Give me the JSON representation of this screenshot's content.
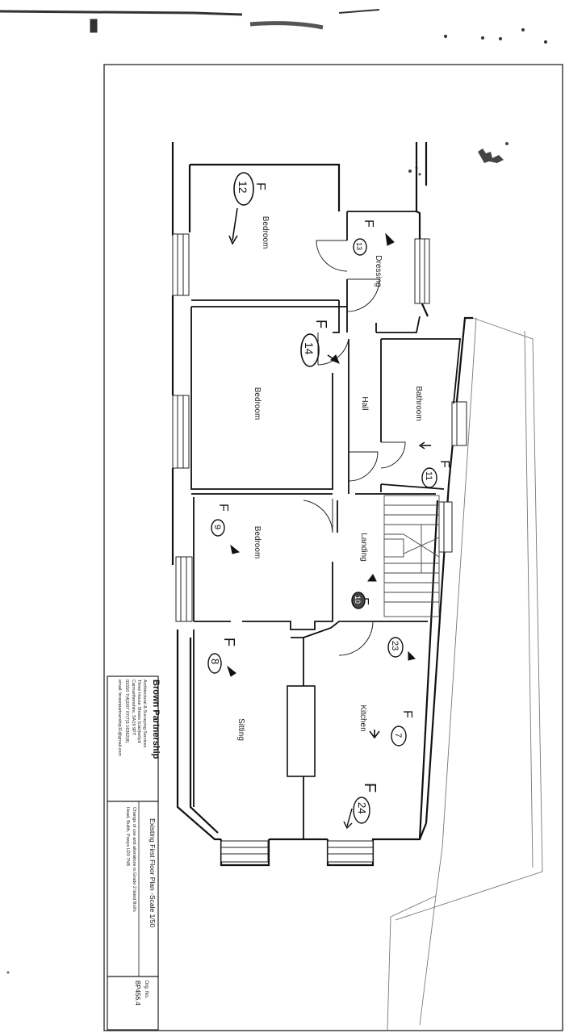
{
  "rooms": {
    "bedroom_top": "Bedroom",
    "dressing": "Dressing",
    "bedroom_mid": "Bedroom",
    "hall": "Hall",
    "bathroom": "Bathroom",
    "bedroom_low": "Bedroom",
    "landing": "Landing",
    "sitting": "Sitting",
    "kitchen": "Kitchen"
  },
  "photo_markers": [
    {
      "id": "f12",
      "prefix": "F",
      "number": "12"
    },
    {
      "id": "f13",
      "prefix": "F",
      "number": "13"
    },
    {
      "id": "f14",
      "prefix": "F",
      "number": "14"
    },
    {
      "id": "f11",
      "prefix": "F",
      "number": "11"
    },
    {
      "id": "f9",
      "prefix": "F",
      "number": "9"
    },
    {
      "id": "f10",
      "prefix": "F",
      "number": "10"
    },
    {
      "id": "f8",
      "prefix": "F",
      "number": "8"
    },
    {
      "id": "f23",
      "prefix": "",
      "number": "23"
    },
    {
      "id": "f7",
      "prefix": "F",
      "number": "7"
    },
    {
      "id": "f24",
      "prefix": "F",
      "number": "24"
    }
  ],
  "title_block": {
    "company": "Brown Partnership",
    "services": "Architectural & Surveying Services",
    "address_1": "Three House Shows (Llan)wrtyd",
    "address_2": "Carmarthenshire, SA19 9PT",
    "phone": "01550 7(4)2/07 07(7)3 16362(8)",
    "email": "email: brownpartnership11@gmail.com",
    "drawing_title": "Existing First Floor Plan -Scale 1/50",
    "project_1": "Change of use and alterations to Grade 2 listed Bull's",
    "project_2": "Head, Builth, Powys LD3 7NB",
    "drg_label": "Drg. No.",
    "drg_no": "BP456.4"
  }
}
